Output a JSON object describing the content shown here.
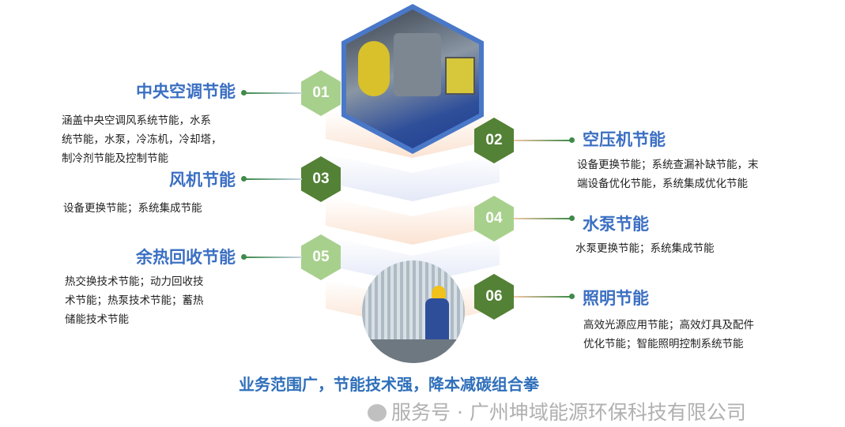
{
  "items": [
    {
      "num": "01",
      "title": "中央空调节能",
      "lines": [
        "涵盖中央空调风系统节能，水系",
        "统节能，水泵，冷冻机，冷却塔，",
        "制冷剂节能及控制节能"
      ],
      "hex_color": "#a8d08d"
    },
    {
      "num": "02",
      "title": "空压机节能",
      "lines": [
        "设备更换节能；系统查漏补缺节能，末",
        "端设备优化节能，系统集成优化节能"
      ],
      "hex_color": "#538135"
    },
    {
      "num": "03",
      "title": "风机节能",
      "lines": [
        "设备更换节能；系统集成节能"
      ],
      "hex_color": "#538135"
    },
    {
      "num": "04",
      "title": "水泵节能",
      "lines": [
        "水泵更换节能；系统集成节能"
      ],
      "hex_color": "#a8d08d"
    },
    {
      "num": "05",
      "title": "余热回收节能",
      "lines": [
        "热交换技术节能；动力回收技",
        "术节能；热泵技术节能；蓄热",
        "储能技术节能"
      ],
      "hex_color": "#a8d08d"
    },
    {
      "num": "06",
      "title": "照明节能",
      "lines": [
        "高效光源应用节能；高效灯具及配件",
        "优化节能；智能照明控制系统节能"
      ],
      "hex_color": "#538135"
    }
  ],
  "slogan": "业务范围广，节能技术强，降本减碳组合拳",
  "watermark": "服务号 · 广州坤域能源环保科技有限公司",
  "colors": {
    "title": "#3b6fc2",
    "dark_green": "#538135",
    "light_green": "#a8d08d"
  }
}
